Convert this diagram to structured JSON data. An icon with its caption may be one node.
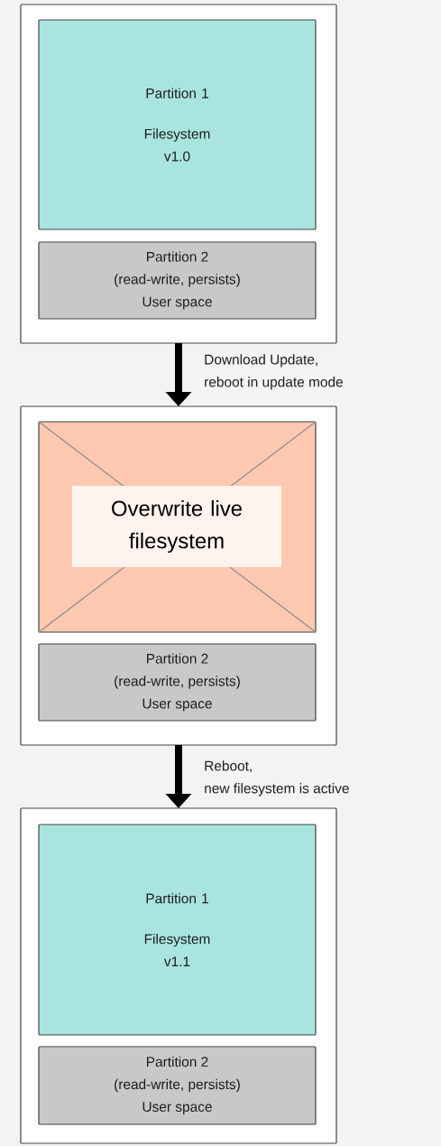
{
  "diagram": {
    "nodes": [
      {
        "text": [],
        "shape": "box"
      },
      {
        "text": [
          "Partition 1",
          "Filesystem v1.0"
        ],
        "in": 0
      },
      {
        "text": [
          "Partition 2",
          "(read-write, persists)",
          "User space"
        ],
        "in": 0
      },
      {
        "text": [],
        "shape": "box"
      },
      {
        "text": [
          "Overwrite live filesystem"
        ],
        "in": 3
      },
      {
        "text": [
          "Partition 2",
          "(read-write, persists)",
          "User space"
        ],
        "in": 3
      },
      {
        "text": [],
        "shape": "box"
      },
      {
        "text": [
          "Partition 1",
          "Filesystem v1.1"
        ],
        "in": 6
      },
      {
        "text": [
          "Partition 2",
          "(read-write, persists)",
          "User space"
        ],
        "in": 6
      }
    ],
    "edges": [
      {
        "from": 0,
        "to": 3,
        "arrow": "to",
        "label": "Download Update, reboot in update mode"
      },
      {
        "from": 3,
        "to": 6,
        "arrow": "to",
        "label": "Reboot, new filesystem is active"
      }
    ]
  }
}
